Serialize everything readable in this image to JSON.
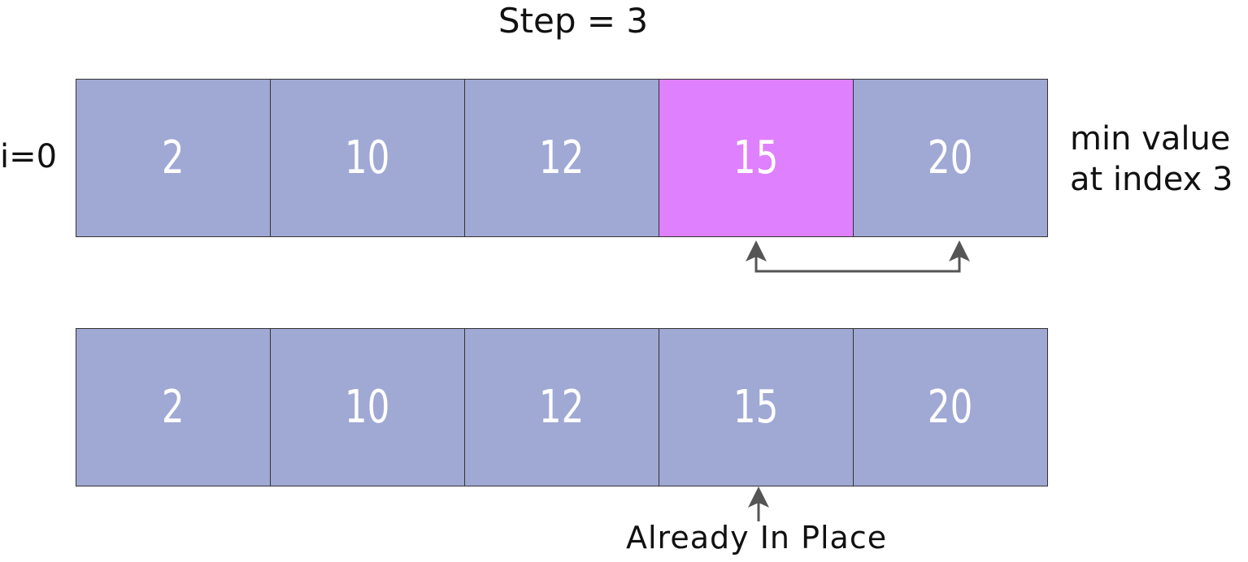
{
  "title": "Step = 3",
  "iteration_label": "i=0",
  "side_note": {
    "line1": "min value",
    "line2": "at index 3"
  },
  "bottom_note": "Already In Place",
  "colors": {
    "cell": "#a0a8d4",
    "highlight": "#df80ff",
    "text": "#ffffff",
    "arrow": "#555555"
  },
  "rows": [
    {
      "cells": [
        {
          "value": "2",
          "highlighted": false
        },
        {
          "value": "10",
          "highlighted": false
        },
        {
          "value": "12",
          "highlighted": false
        },
        {
          "value": "15",
          "highlighted": true
        },
        {
          "value": "20",
          "highlighted": false
        }
      ]
    },
    {
      "cells": [
        {
          "value": "2",
          "highlighted": false
        },
        {
          "value": "10",
          "highlighted": false
        },
        {
          "value": "12",
          "highlighted": false
        },
        {
          "value": "15",
          "highlighted": false
        },
        {
          "value": "20",
          "highlighted": false
        }
      ]
    }
  ]
}
